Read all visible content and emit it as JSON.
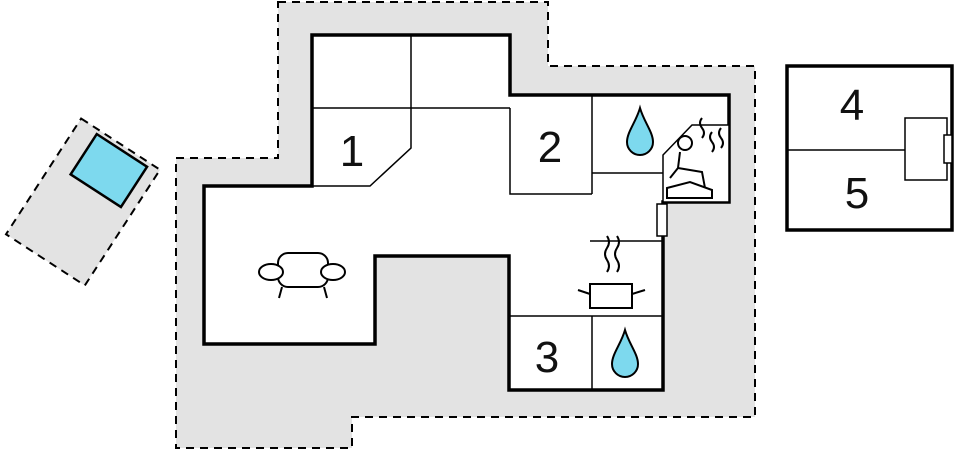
{
  "rooms": [
    {
      "id": "bedroom-1",
      "label": "1"
    },
    {
      "id": "bedroom-2",
      "label": "2"
    },
    {
      "id": "bedroom-3",
      "label": "3"
    },
    {
      "id": "annex-room-4",
      "label": "4"
    },
    {
      "id": "annex-room-5",
      "label": "5"
    }
  ],
  "icons": [
    "sofa-icon",
    "sauna-icon",
    "kitchen-pot-icon",
    "water-drop-icon",
    "pool-icon"
  ],
  "colors": {
    "wall": "#000000",
    "terrace": "#e3e3e3",
    "water": "#7dd9ee",
    "background": "#ffffff"
  }
}
